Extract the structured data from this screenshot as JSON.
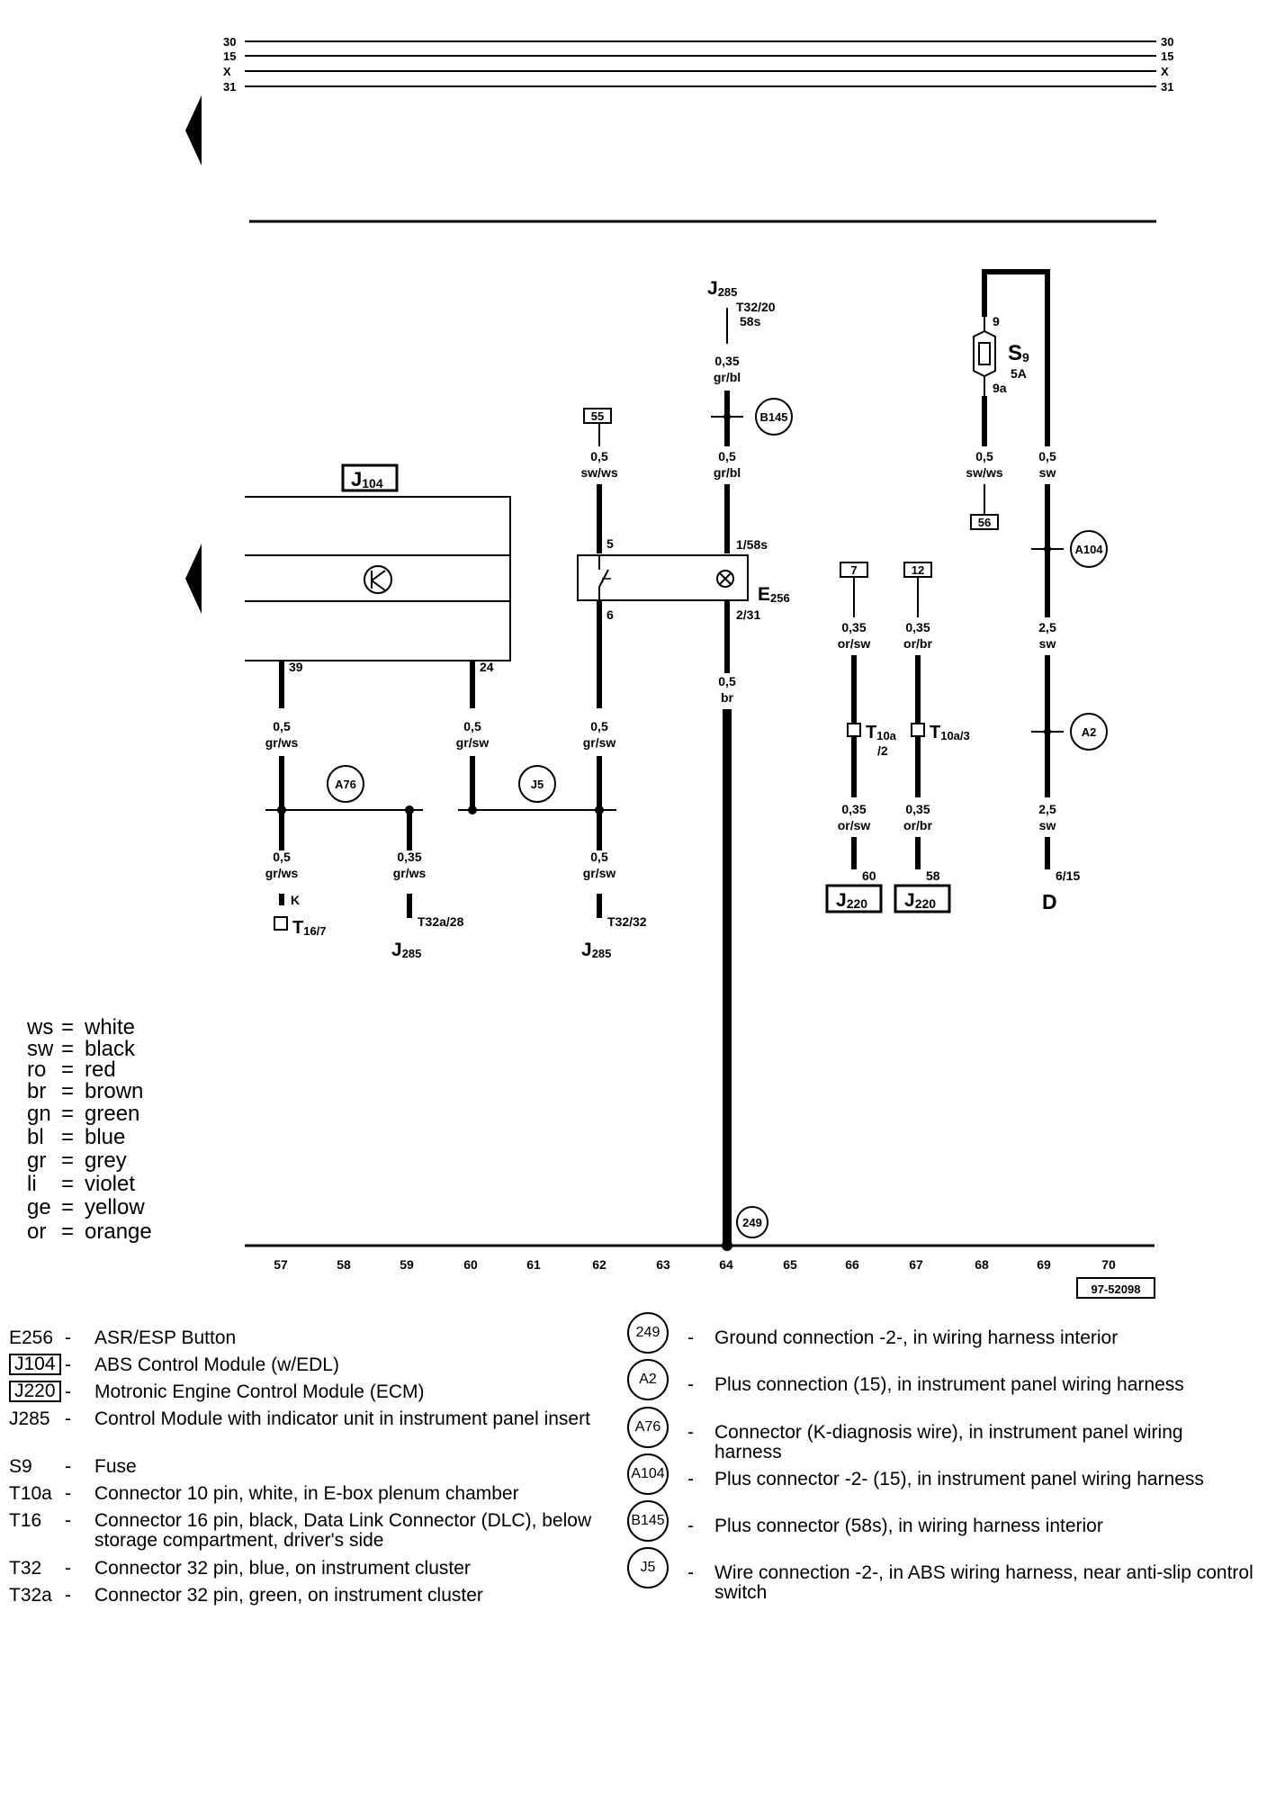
{
  "rails": {
    "left": [
      "30",
      "15",
      "X",
      "31"
    ],
    "right": [
      "30",
      "15",
      "X",
      "31"
    ]
  },
  "diagram": {
    "doc_number": "97-52098",
    "grid_numbers": [
      "57",
      "58",
      "59",
      "60",
      "61",
      "62",
      "63",
      "64",
      "65",
      "66",
      "67",
      "68",
      "69",
      "70"
    ],
    "labels": {
      "j104_main": "J",
      "j104_sub": "104",
      "j285_top_main": "J",
      "j285_top_sub": "285",
      "t32_20": "T32/20",
      "t58s": "58s",
      "w_035": "0,35",
      "w_grbl": "gr/bl",
      "b145": "B145",
      "w_05": "0,5",
      "w_swws": "sw/ws",
      "w_sw": "sw",
      "w_br": "br",
      "r55": "55",
      "r56": "56",
      "r7": "7",
      "r12": "12",
      "s9_main": "S",
      "s9_sub": "9",
      "s9_rating": "5A",
      "pin_9": "9",
      "pin_9a": "9a",
      "a104": "A104",
      "pin_5": "5",
      "pin_6": "6",
      "pin_158s": "1/58s",
      "pin_231": "2/31",
      "e256_main": "E",
      "e256_sub": "256",
      "pin_39": "39",
      "pin_24": "24",
      "w_grws": "gr/ws",
      "w_grsw": "gr/sw",
      "w_orsw": "or/sw",
      "w_orbr": "or/br",
      "w_25": "2,5",
      "a76": "A76",
      "j5": "J5",
      "a2": "A2",
      "t10a_main": "T",
      "t10a_sub": "10a",
      "t10a2": "/2",
      "t10a3_sub": "10a/3",
      "pin_k": "K",
      "t16_main": "T",
      "t16_sub": "16/7",
      "t32a28": "T32a/28",
      "t32_32": "T32/32",
      "j285_main": "J",
      "j285_sub": "285",
      "pin_60": "60",
      "pin_58": "58",
      "j220_main": "J",
      "j220_sub": "220",
      "pin_615": "6/15",
      "d": "D",
      "g249": "249"
    }
  },
  "color_key": [
    {
      "code": "ws",
      "name": "white"
    },
    {
      "code": "sw",
      "name": "black"
    },
    {
      "code": "ro",
      "name": "red"
    },
    {
      "code": "br",
      "name": "brown"
    },
    {
      "code": "gn",
      "name": "green"
    },
    {
      "code": "bl",
      "name": "blue"
    },
    {
      "code": "gr",
      "name": "grey"
    },
    {
      "code": "li",
      "name": "violet"
    },
    {
      "code": "ge",
      "name": "yellow"
    },
    {
      "code": "or",
      "name": "orange"
    }
  ],
  "components": [
    {
      "code": "E256",
      "text": "ASR/ESP Button"
    },
    {
      "code": "J104",
      "text": "ABS Control Module (w/EDL)"
    },
    {
      "code": "J220",
      "text": "Motronic Engine Control Module (ECM)"
    },
    {
      "code": "J285",
      "text": "Control Module with indicator unit in instrument panel insert"
    },
    {
      "code": "S9",
      "text": "Fuse"
    },
    {
      "code": "T10a",
      "text": "Connector 10 pin, white, in E-box plenum chamber"
    },
    {
      "code": "T16",
      "text": "Connector 16 pin, black, Data Link Connector (DLC), below storage compartment, driver's side"
    },
    {
      "code": "T32",
      "text": "Connector 32 pin, blue, on instrument cluster"
    },
    {
      "code": "T32a",
      "text": "Connector 32 pin, green, on instrument cluster"
    }
  ],
  "connections": [
    {
      "code": "249",
      "text": "Ground connection -2-, in wiring harness interior"
    },
    {
      "code": "A2",
      "text": "Plus connection (15), in instrument panel wiring harness"
    },
    {
      "code": "A76",
      "text": "Connector (K-diagnosis wire), in instrument panel wiring harness"
    },
    {
      "code": "A104",
      "text": "Plus connector -2- (15), in instrument panel wiring harness"
    },
    {
      "code": "B145",
      "text": "Plus connector (58s), in wiring harness interior"
    },
    {
      "code": "J5",
      "text": "Wire connection -2-, in ABS wiring harness, near anti-slip control switch"
    }
  ],
  "dash": "-",
  "equals": "="
}
